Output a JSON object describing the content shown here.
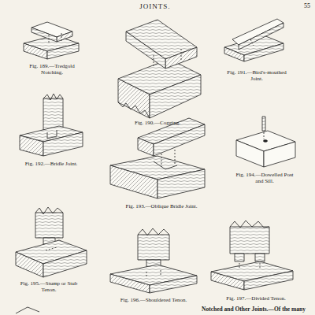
{
  "diagram": {
    "title": "JOINTS.",
    "labels": [
      "55",
      "Fig. 189.—Tredgold Notching.",
      "Fig. 190.—Cogging.",
      "Fig. 191.—Bird's-mouthed Joint.",
      "Fig. 192.—Bridle Joint.",
      "Fig. 194.—Dowelled Post and Sill.",
      "Fig. 193.—Oblique Bridle Joint.",
      "Fig. 195.—Stump or Stub Tenon.",
      "Fig. 196.—Shouldered Tenon.",
      "Fig. 197.—Divided Tenon.",
      "Notched and Other Joints.—Of the many"
    ]
  }
}
